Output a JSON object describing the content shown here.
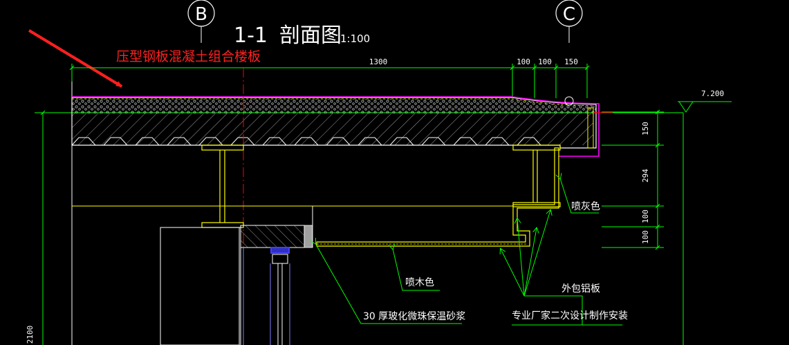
{
  "drawing": {
    "grid_left": "B",
    "grid_right": "C",
    "title_main": "1-1",
    "title_name": "剖面图",
    "title_scale": "1:100",
    "callout_red": "压型钢板混凝土组合楼板",
    "elevation": "7.200"
  },
  "dimensions": {
    "top": [
      "1300",
      "100",
      "100",
      "150"
    ],
    "right": [
      "150",
      "294",
      "100",
      "100"
    ],
    "left_height": "2100"
  },
  "notes": {
    "spray_grey": "喷灰色",
    "spray_wood": "喷木色",
    "insulation": "30  厚玻化微珠保温砂浆",
    "aluminum": "外包铝板",
    "factory": "专业厂家二次设计制作安装"
  },
  "colors": {
    "background": "#000000",
    "grid_circle": "#ffffff",
    "dimension": "#00ff00",
    "slab_outline": "#ffffff",
    "beam": "#ffff00",
    "waterproof": "#ff00ff",
    "axis": "#ff0000",
    "leader": "#00ff00",
    "window": "#8080ff",
    "callout": "#ff2020"
  }
}
